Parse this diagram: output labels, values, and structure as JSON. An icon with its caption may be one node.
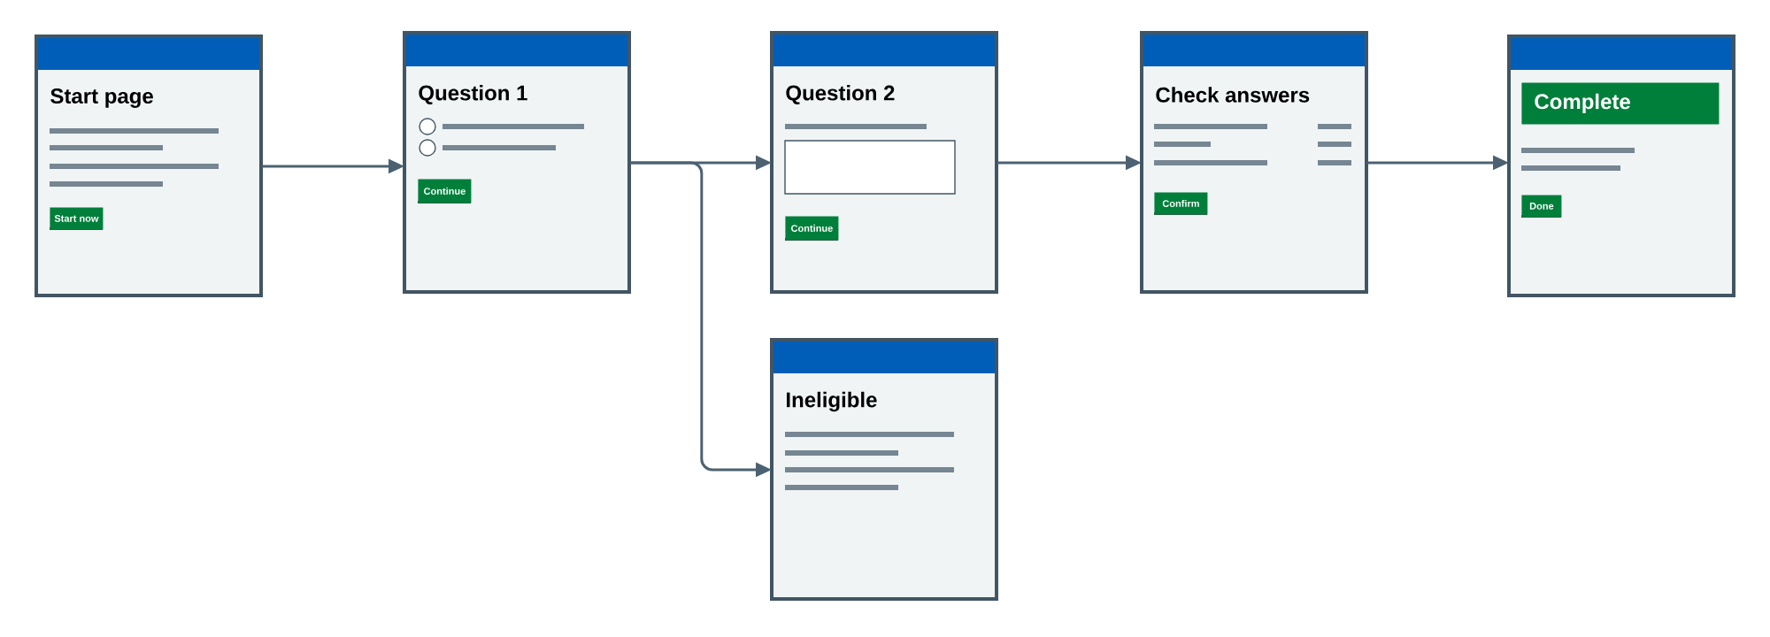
{
  "diagram": {
    "nodes": [
      {
        "text": [
          "Start page"
        ]
      },
      {
        "text": [
          "Start now"
        ],
        "in": 0
      },
      {
        "text": [
          "Question 1"
        ]
      },
      {
        "text": [
          "Continue"
        ],
        "in": 2
      },
      {
        "text": [
          "Question 2"
        ]
      },
      {
        "text": [
          "Continue"
        ],
        "in": 4
      },
      {
        "text": [
          "Check answers"
        ]
      },
      {
        "text": [
          "Confirm"
        ],
        "in": 6
      },
      {
        "text": [],
        "shape": "box"
      },
      {
        "text": [
          "Complete"
        ],
        "in": 8
      },
      {
        "text": [
          "Done"
        ],
        "in": 8
      },
      {
        "text": [
          "Ineligible"
        ]
      }
    ],
    "edges": [
      {
        "from": 0,
        "to": 2,
        "arrow": "to"
      },
      {
        "from": 2,
        "to": 4,
        "arrow": "to"
      },
      {
        "from": 2,
        "to": 11,
        "arrow": "to"
      },
      {
        "from": 4,
        "to": 6,
        "arrow": "to"
      },
      {
        "from": 6,
        "to": 8,
        "arrow": "to"
      }
    ]
  }
}
